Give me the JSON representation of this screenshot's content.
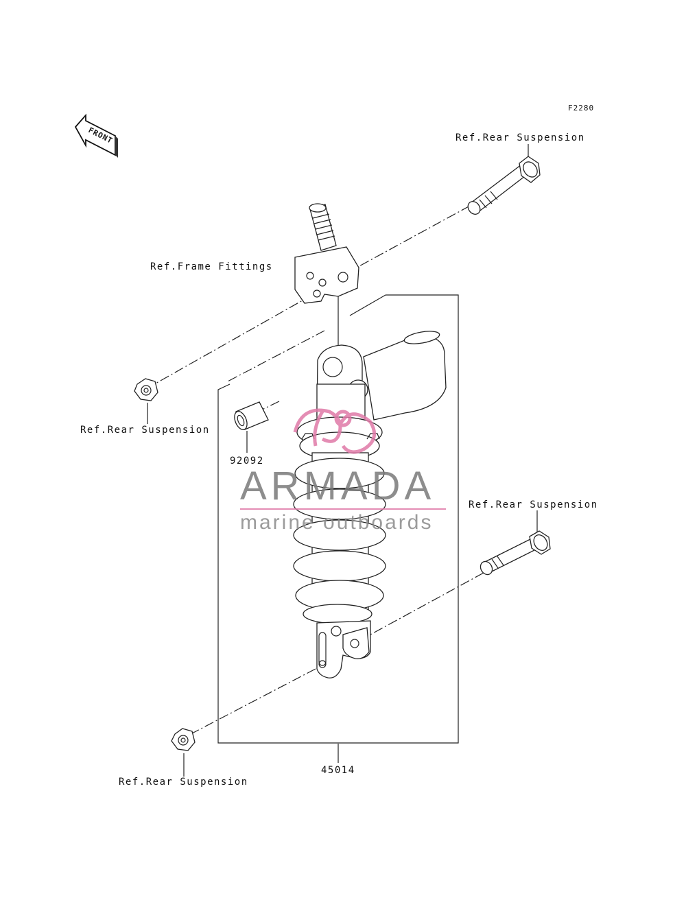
{
  "figure_code": "F2280",
  "front_label": "FRONT",
  "labels": {
    "ref_rear_suspension_top": "Ref.Rear Suspension",
    "ref_frame_fittings": "Ref.Frame Fittings",
    "ref_rear_suspension_left": "Ref.Rear Suspension",
    "ref_rear_suspension_right": "Ref.Rear Suspension",
    "ref_rear_suspension_bottom": "Ref.Rear Suspension"
  },
  "part_numbers": {
    "bushing": "92092",
    "shock_absorber": "45014"
  },
  "watermark": {
    "title": "ARMADA",
    "subtitle": "marine outboards",
    "accent_color": "#e07aa8"
  }
}
